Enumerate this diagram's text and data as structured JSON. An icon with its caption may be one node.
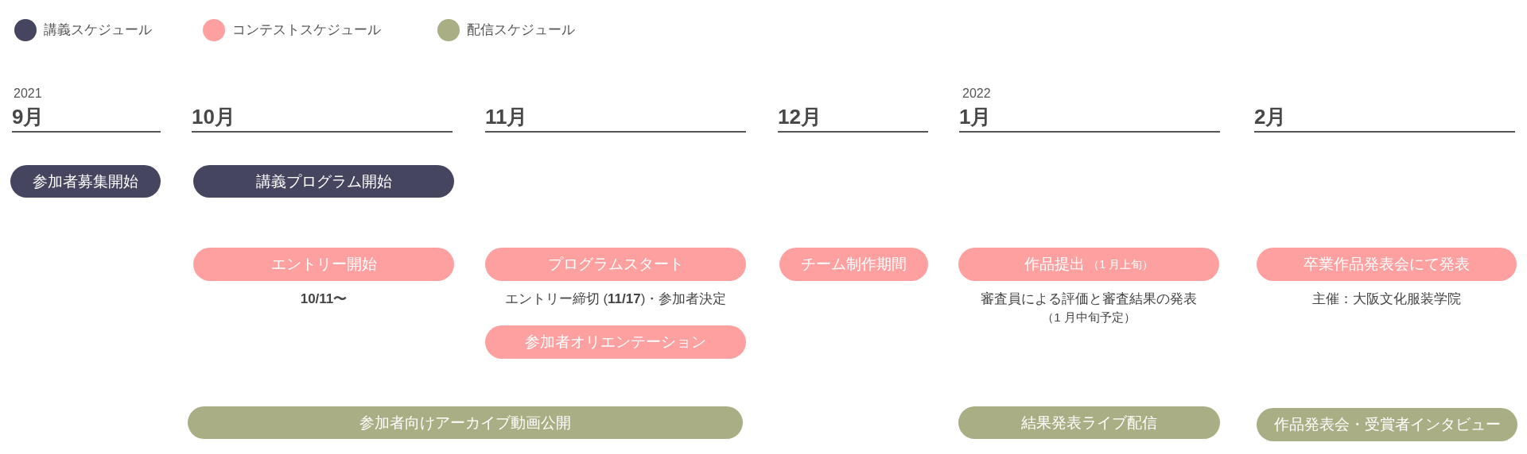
{
  "diagram": {
    "nodes": [
      {
        "text": [
          "参加者募集開始"
        ]
      },
      {
        "text": [
          "講義プログラム開始"
        ]
      },
      {
        "text": [
          "エントリー開始"
        ],
        "beside": [
          "10/11〜"
        ]
      },
      {
        "text": [
          "プログラムスタート"
        ],
        "beside": [
          "エントリー締切 (**11/17**)・参加者決定"
        ]
      },
      {
        "text": [
          "チーム制作期間"
        ]
      },
      {
        "text": [
          "作品提出",
          "（1 月上旬）"
        ],
        "beside": [
          "審査員による評価と審査結果の発表",
          "（1 月中旬予定）"
        ]
      },
      {
        "text": [
          "卒業作品発表会にて発表"
        ],
        "beside": [
          "主催：大阪文化服装学院"
        ]
      },
      {
        "text": [
          "参加者オリエンテーション"
        ]
      },
      {
        "text": [
          "参加者向けアーカイブ動画公開"
        ]
      },
      {
        "text": [
          "結果発表ライブ配信"
        ]
      },
      {
        "text": [
          "作品発表会・受賞者インタビュー"
        ]
      }
    ],
    "labels": [
      "2021",
      "9月",
      "10月",
      "11月",
      "12月",
      "2022",
      "1月",
      "2月"
    ],
    "legend": [
      {
        "text": "講義スケジュール",
        "color": "#46455f"
      },
      {
        "text": "コンテストスケジュール",
        "color": "#fda09f"
      },
      {
        "text": "配信スケジュール",
        "color": "#aaae84"
      }
    ]
  }
}
